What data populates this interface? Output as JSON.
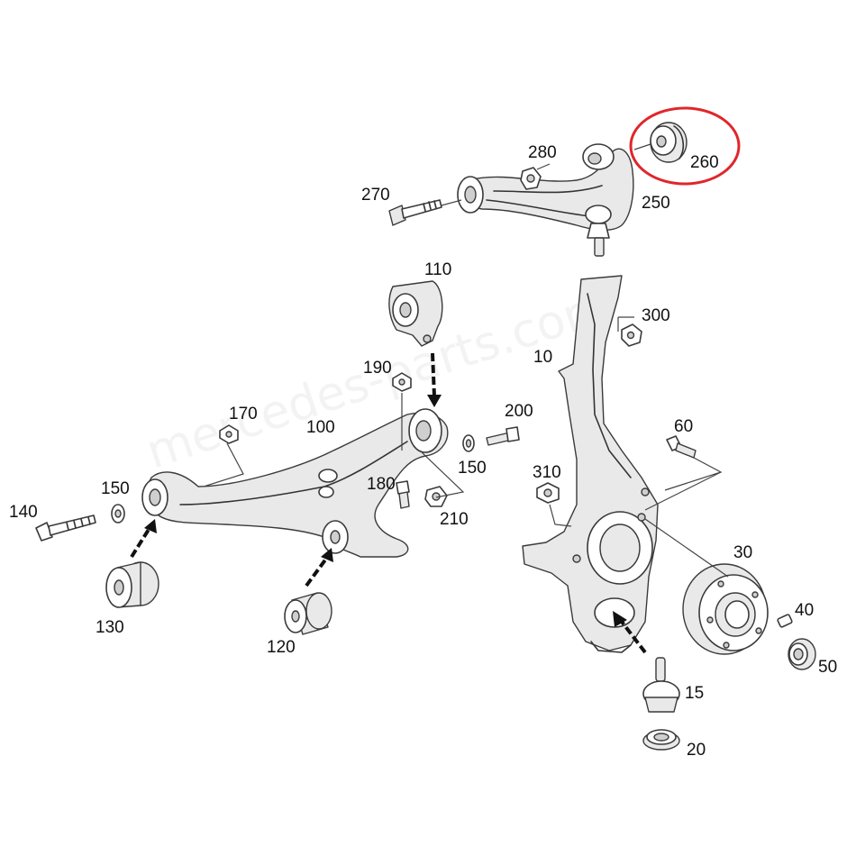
{
  "watermark": "mercedes-parts.com",
  "highlight_color": "#e0262b",
  "callouts": {
    "p10": "10",
    "p15": "15",
    "p20": "20",
    "p30": "30",
    "p40": "40",
    "p50": "50",
    "p60": "60",
    "p100": "100",
    "p110": "110",
    "p120": "120",
    "p130": "130",
    "p140": "140",
    "p150a": "150",
    "p150b": "150",
    "p170": "170",
    "p180": "180",
    "p190": "190",
    "p200": "200",
    "p210": "210",
    "p250": "250",
    "p260": "260",
    "p270": "270",
    "p280": "280",
    "p300": "300",
    "p310": "310"
  },
  "highlighted_part": "260"
}
